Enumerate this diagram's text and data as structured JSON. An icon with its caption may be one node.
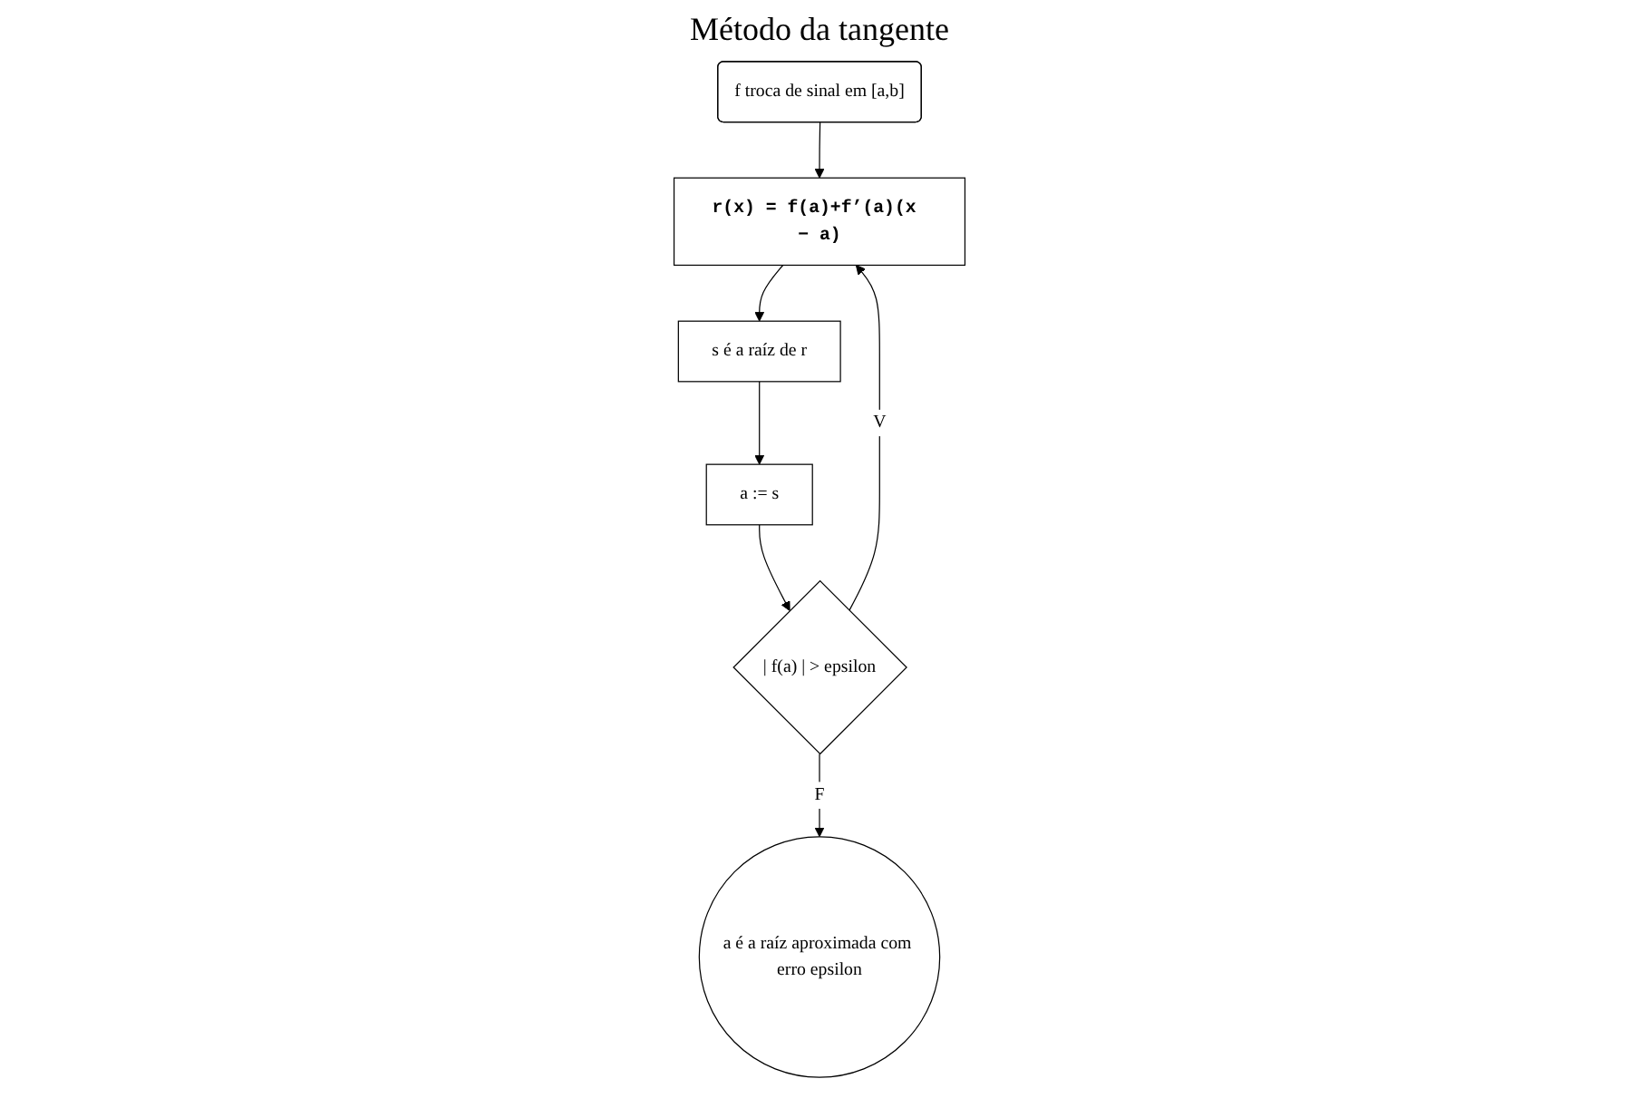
{
  "diagram": {
    "title": "Método da tangente",
    "nodes": [
      {
        "text": [
          "f troca de sinal em [a,b]"
        ]
      },
      {
        "text": [
          "r(x) = f(a)+f’(a)(x − a)"
        ]
      },
      {
        "text": [
          "s é a raíz de r"
        ]
      },
      {
        "text": [
          "a := s"
        ]
      },
      {
        "text": [
          "| f(a) | > epsilon"
        ]
      },
      {
        "text": [
          "a é a raíz aproximada com erro epsilon"
        ]
      }
    ],
    "edges": [
      {
        "from": 0,
        "to": 1,
        "arrow": "to"
      },
      {
        "from": 1,
        "to": 2,
        "arrow": "to"
      },
      {
        "from": 2,
        "to": 3,
        "arrow": "to"
      },
      {
        "from": 3,
        "to": 4,
        "arrow": "to"
      },
      {
        "from": 4,
        "to": 1,
        "label": "V",
        "arrow": "to"
      },
      {
        "from": 4,
        "to": 5,
        "label": "F",
        "arrow": "to"
      }
    ]
  }
}
